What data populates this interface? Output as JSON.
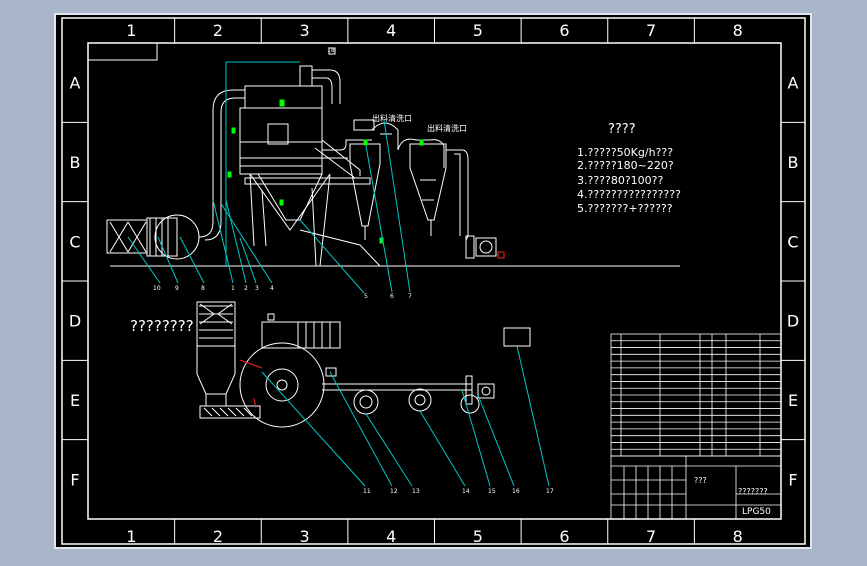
{
  "drawing": {
    "columns": [
      "1",
      "2",
      "3",
      "4",
      "5",
      "6",
      "7",
      "8"
    ],
    "rows": [
      "A",
      "B",
      "C",
      "D",
      "E",
      "F"
    ],
    "notes": {
      "title": "????",
      "lines": [
        "1.?????50Kg/h???",
        "2.?????180~220?",
        "3.????80?100??",
        "4.????????????????",
        "5.???????+??????"
      ]
    },
    "plan_label": "????????",
    "outlet_label_1": "出料清洗口",
    "outlet_label_2": "出料清洗口",
    "top_callout": "18",
    "callouts_elevation": [
      "10",
      "9",
      "8",
      "1",
      "2",
      "3",
      "4",
      "5",
      "6",
      "7"
    ],
    "callouts_plan": [
      "11",
      "12",
      "13",
      "14",
      "15",
      "16",
      "17"
    ],
    "title_block": {
      "name": "???",
      "company": "???????",
      "code": "LPG50"
    }
  },
  "colors": {
    "background": "#a9b6c9",
    "sheet": "#000000",
    "frame": "#ffffff",
    "leader": "#00c8c8",
    "accent_red": "#ff2020",
    "accent_green": "#00ff00"
  }
}
